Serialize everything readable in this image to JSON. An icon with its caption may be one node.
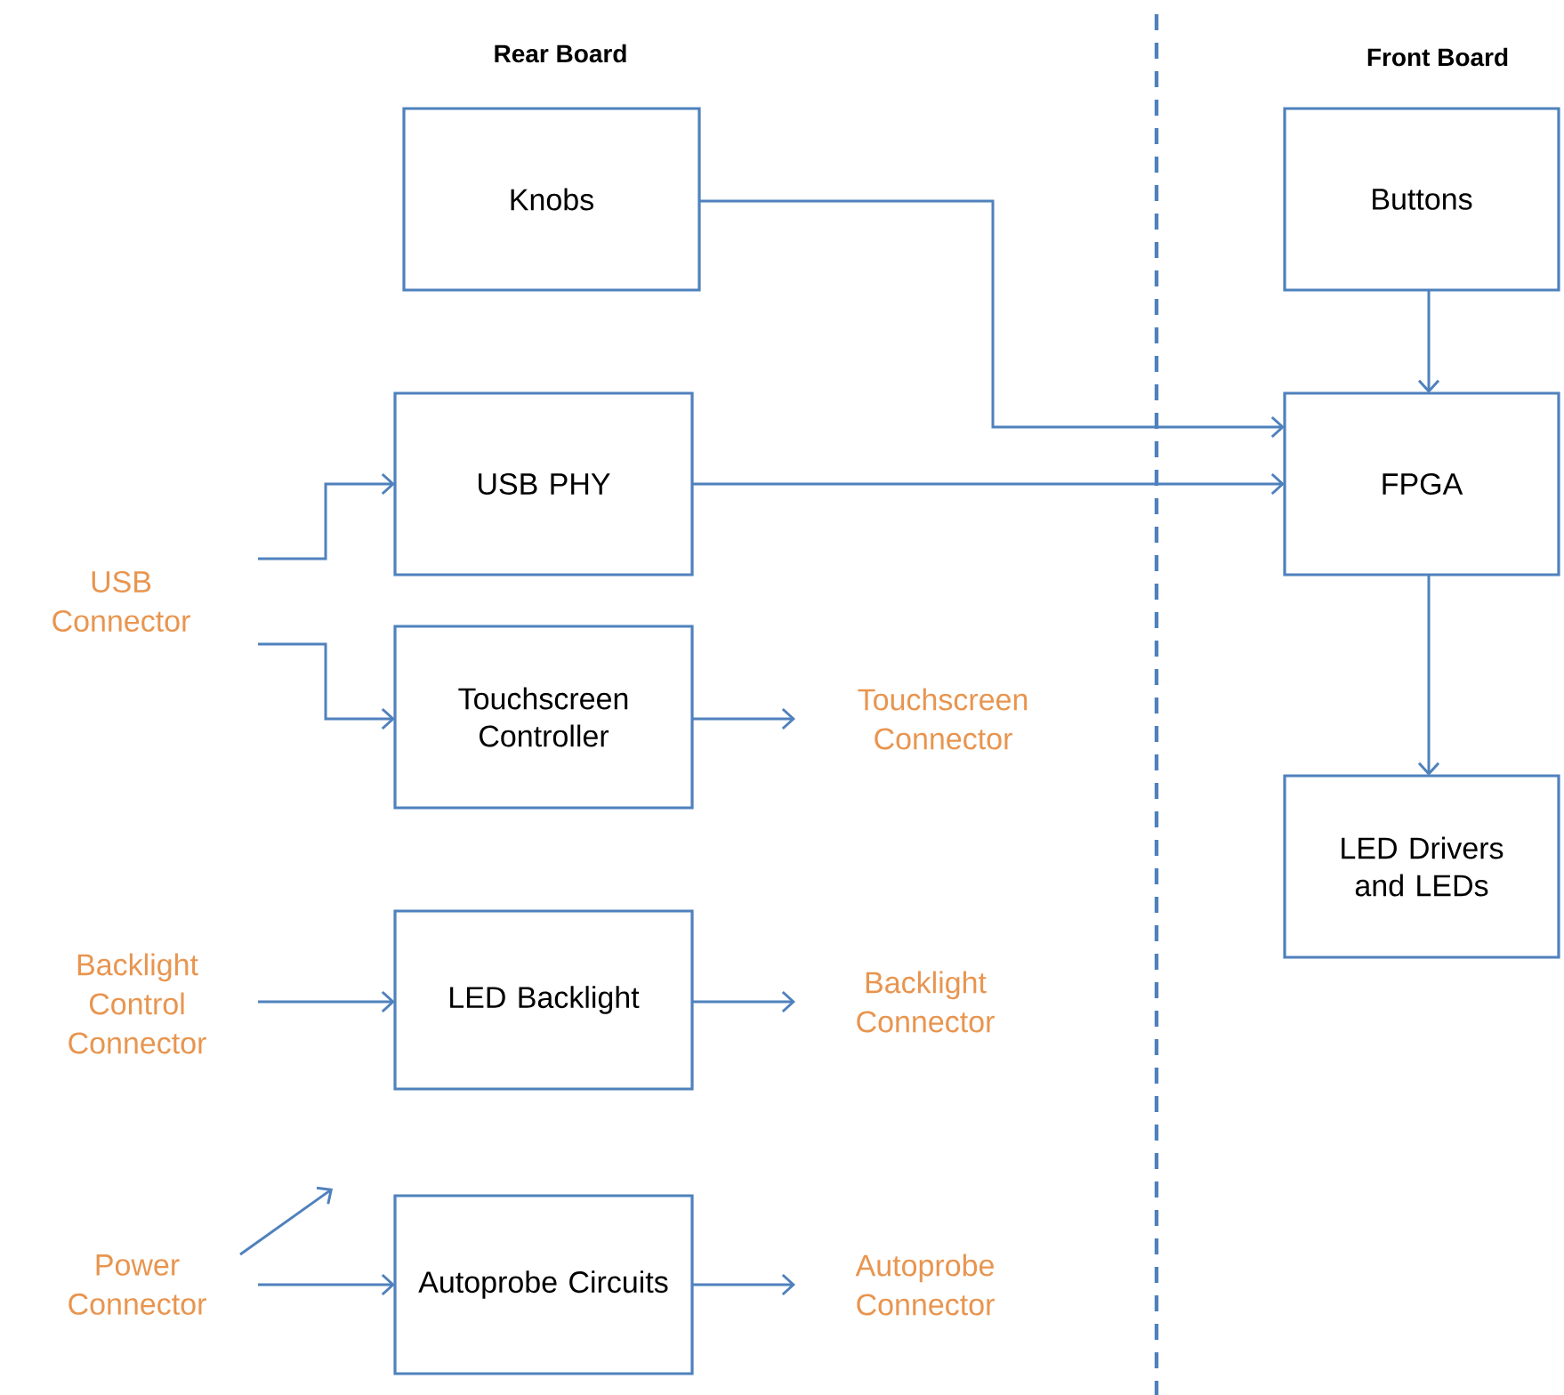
{
  "diagram": {
    "nodes": [
      {
        "text": [
          "Knobs"
        ]
      },
      {
        "text": [
          "Buttons"
        ]
      },
      {
        "text": [
          "USB PHY"
        ]
      },
      {
        "text": [
          "FPGA"
        ]
      },
      {
        "text": [
          "Touchscreen Controller"
        ]
      },
      {
        "text": [
          "LED Drivers and LEDs"
        ]
      },
      {
        "text": [
          "LED Backlight"
        ]
      },
      {
        "text": [
          "Autoprobe Circuits"
        ]
      },
      {
        "text": [
          "USB Connector"
        ]
      },
      {
        "text": [
          "Touchscreen Connector"
        ]
      },
      {
        "text": [
          "Backlight Control Connector"
        ]
      },
      {
        "text": [
          "Backlight Connector"
        ]
      },
      {
        "text": [
          "Power Connector"
        ]
      },
      {
        "text": [
          "Autoprobe Connector"
        ]
      }
    ],
    "edges": [
      {
        "from": 0,
        "to": 3,
        "arrow": "to"
      },
      {
        "from": 1,
        "to": 3,
        "arrow": "to"
      },
      {
        "from": 2,
        "to": 3,
        "arrow": "to"
      },
      {
        "from": 3,
        "to": 5,
        "arrow": "to"
      },
      {
        "from": 8,
        "to": 2,
        "arrow": "to"
      },
      {
        "from": 8,
        "to": 4,
        "arrow": "to"
      },
      {
        "from": 4,
        "to": 9,
        "arrow": "to"
      },
      {
        "from": 10,
        "to": 6,
        "arrow": "to"
      },
      {
        "from": 6,
        "to": 11,
        "arrow": "to"
      },
      {
        "from": 12,
        "to": 7,
        "arrow": "to"
      },
      {
        "from": 7,
        "to": 13,
        "arrow": "to"
      },
      {
        "from": 12,
        "to": null,
        "arrow": "to"
      }
    ],
    "labels": [
      "Rear Board",
      "Front Board"
    ]
  }
}
